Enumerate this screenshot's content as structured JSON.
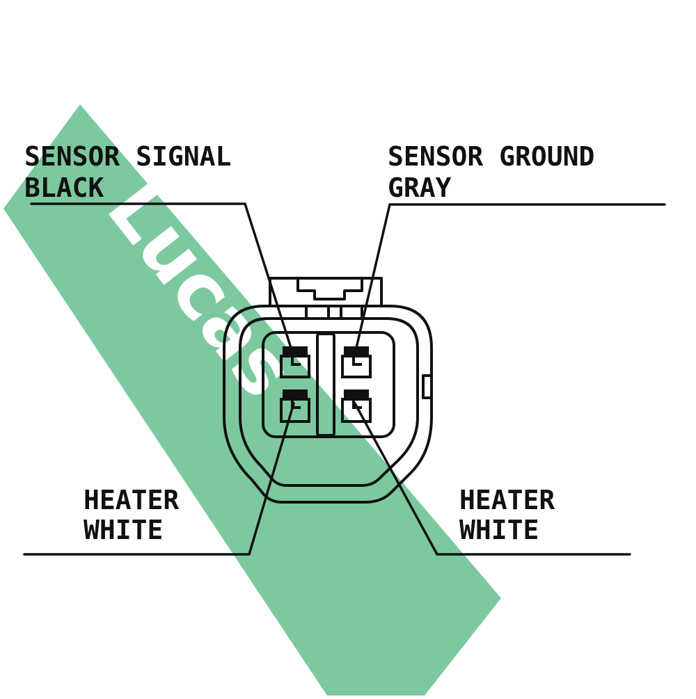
{
  "watermark": {
    "text": "Lucas",
    "band_color": "#7cc9a0",
    "text_color": "#ffffff"
  },
  "labels": {
    "top_left": {
      "line1": "SENSOR SIGNAL",
      "line2": "BLACK"
    },
    "top_right": {
      "line1": "SENSOR GROUND",
      "line2": "GRAY"
    },
    "bottom_left": {
      "line1": "HEATER",
      "line2": "WHITE"
    },
    "bottom_right": {
      "line1": "HEATER",
      "line2": "WHITE"
    }
  },
  "colors": {
    "ink": "#111111",
    "background": "#ffffff"
  }
}
